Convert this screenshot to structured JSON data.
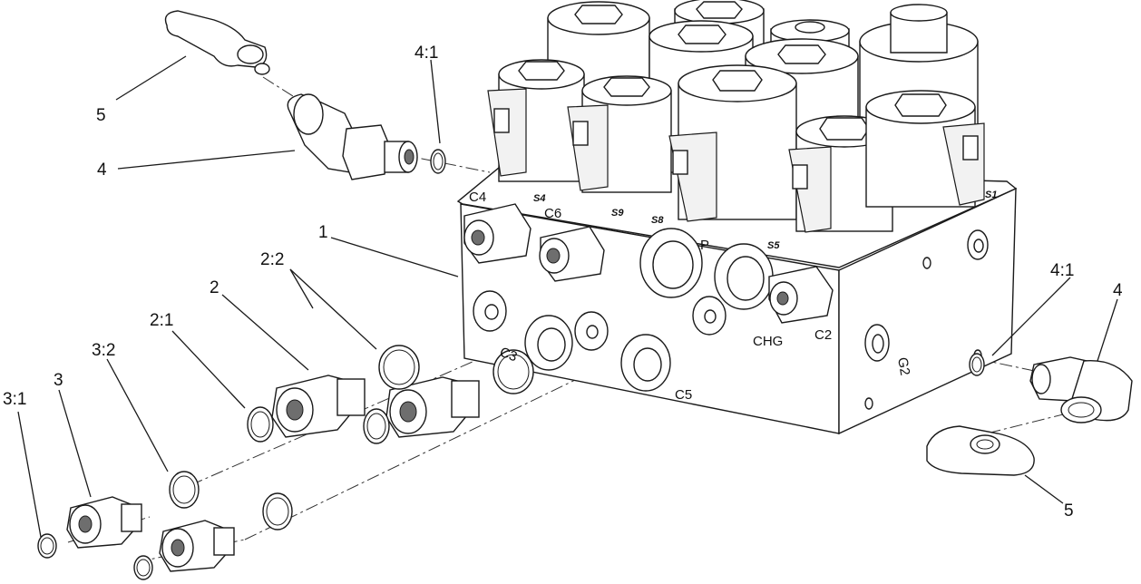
{
  "diagram": {
    "callouts": {
      "c1": "1",
      "c2": "2",
      "c2_1": "2:1",
      "c2_2": "2:2",
      "c3": "3",
      "c3_1": "3:1",
      "c3_2": "3:2",
      "c4_left": "4",
      "c4_1_left": "4:1",
      "c4_right": "4",
      "c4_1_right": "4:1",
      "c5_top": "5",
      "c5_bottom": "5"
    },
    "port_labels": {
      "c4": "C4",
      "c6": "C6",
      "p": "P",
      "chg": "CHG",
      "c2": "C2",
      "c3": "C3",
      "c5": "C5",
      "g2": "G2"
    },
    "cartridge_stamps": {
      "s4": "S4",
      "s9": "S9",
      "s8": "S8",
      "s5": "S5",
      "s1": "S1"
    }
  }
}
